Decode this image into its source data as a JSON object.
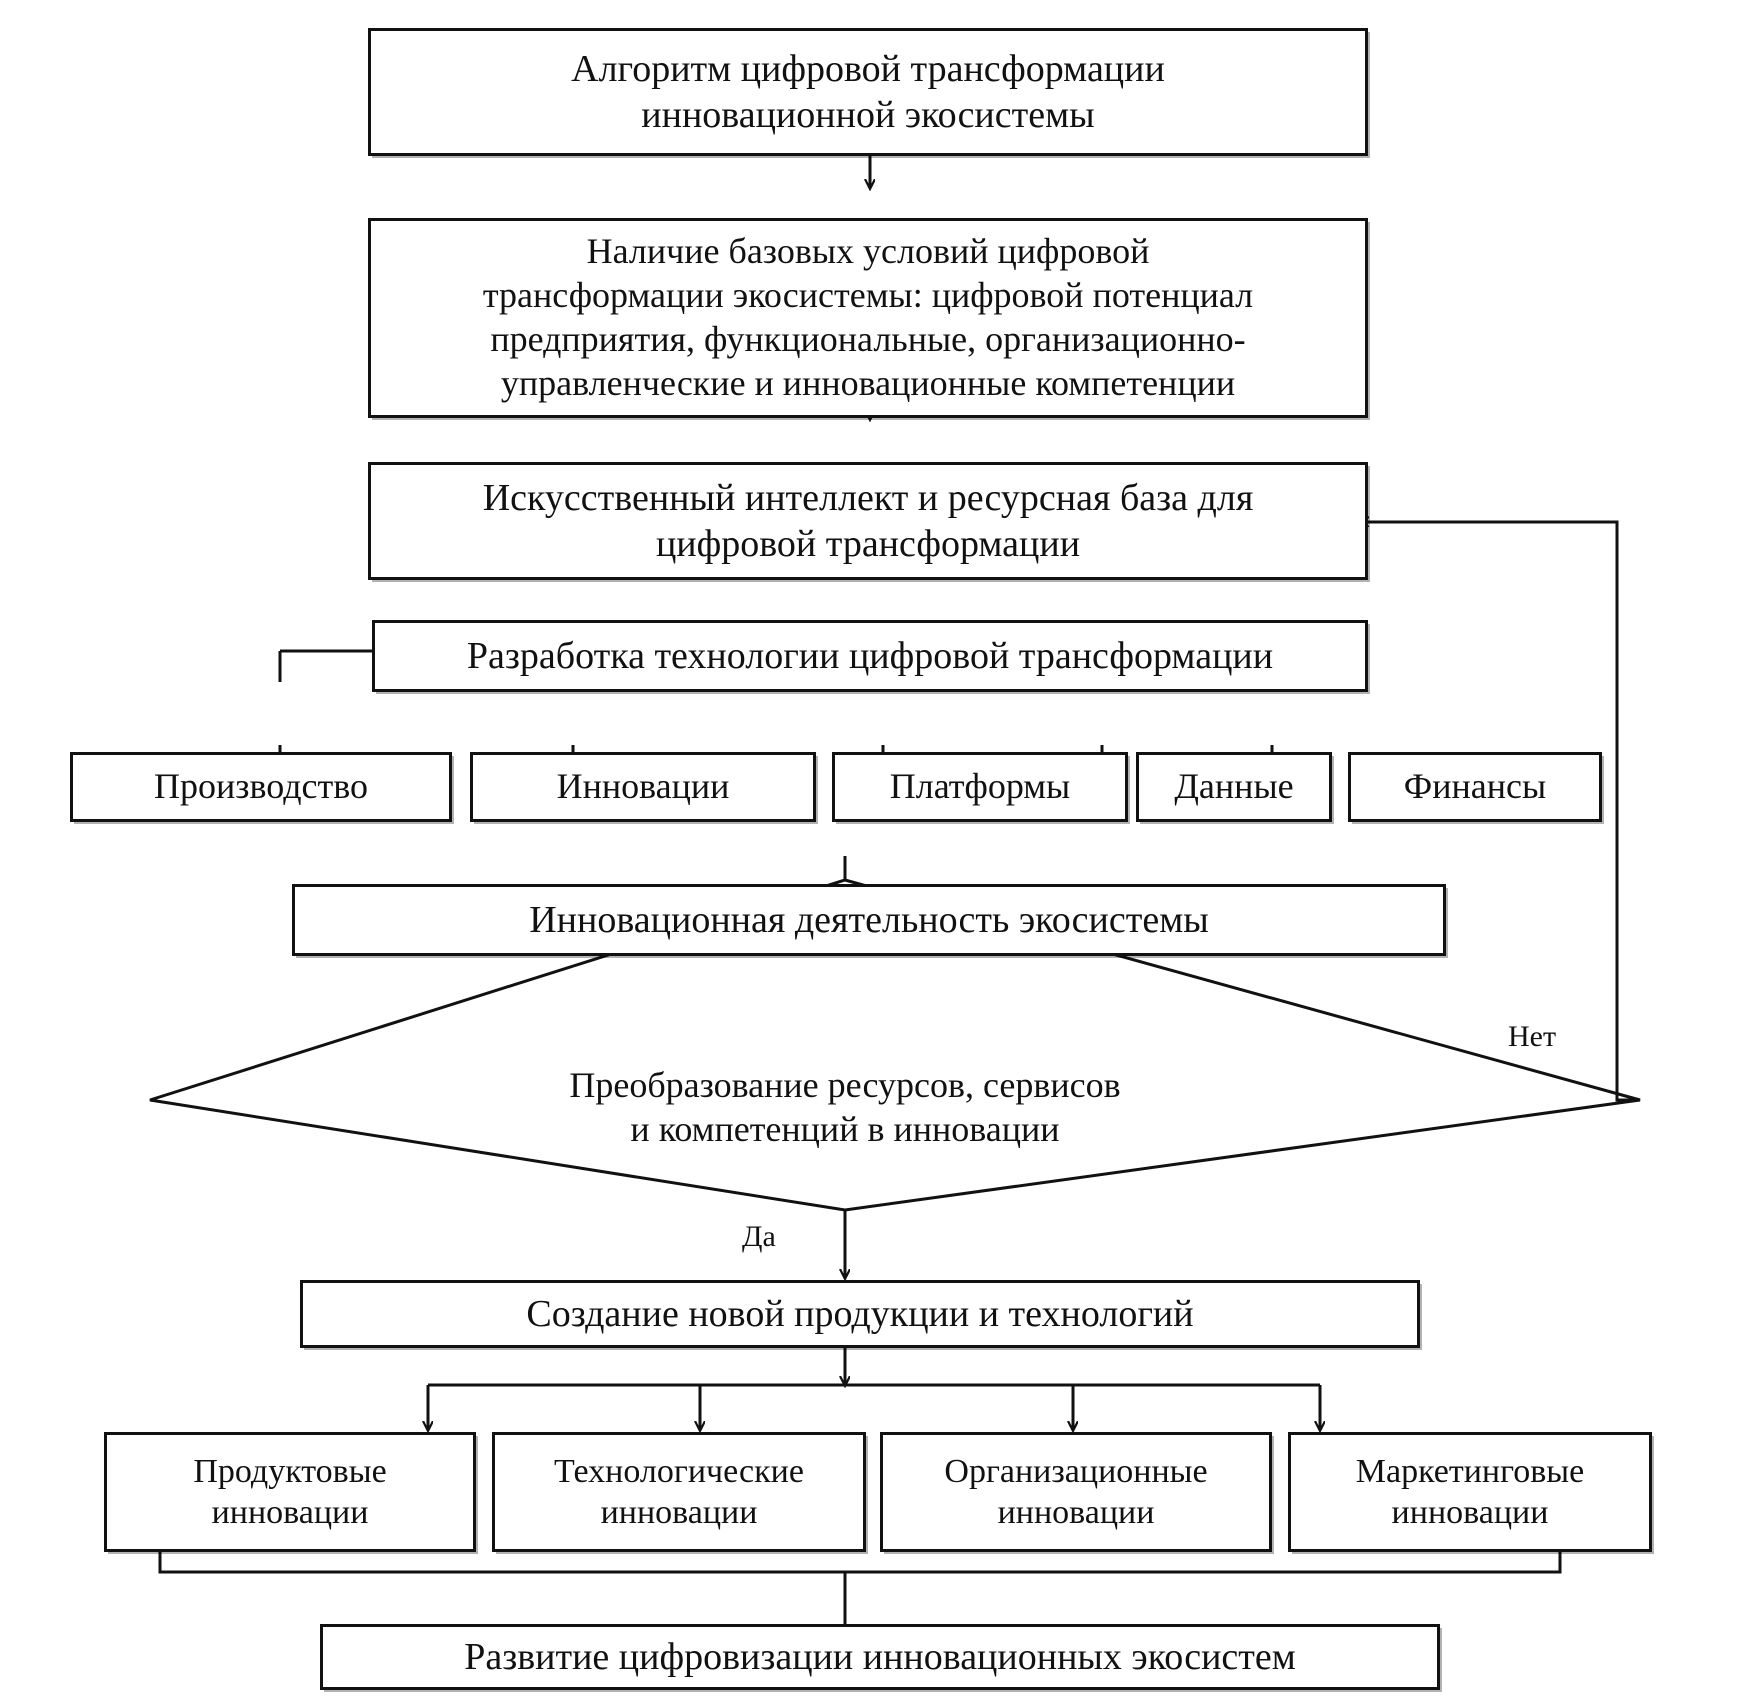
{
  "diagram": {
    "title": "Алгоритм цифровой трансформации инновационной экосистемы",
    "language": "ru",
    "type": "flowchart",
    "nodes": {
      "algorithm_title": "Алгоритм цифровой трансформации\nинновационной экосистемы",
      "base_conditions": "Наличие базовых условий цифровой\nтрансформации экосистемы: цифровой потенциал\nпредприятия, функциональные, организационно-\nуправленческие и инновационные компетенции",
      "ai_resources": "Искусственный интеллект и ресурсная база для\nцифровой трансформации",
      "tech_development": "Разработка технологии цифровой трансформации",
      "domain_production": "Производство",
      "domain_innovation": "Инновации",
      "domain_platforms": "Платформы",
      "domain_data": "Данные",
      "domain_finance": "Финансы",
      "ecosystem_activity": "Инновационная деятельность экосистемы",
      "decision": "Преобразование ресурсов, сервисов\nи компетенций в инновации",
      "new_products": "Создание новой продукции и технологий",
      "innovation_product": "Продуктовые\nинновации",
      "innovation_technological": "Технологические\nинновации",
      "innovation_organizational": "Организационные\nинновации",
      "innovation_marketing": "Маркетинговые\nинновации",
      "outcome": "Развитие цифровизации инновационных экосистем"
    },
    "edge_labels": {
      "yes": "Да",
      "no": "Нет"
    },
    "colors": {
      "stroke": "#111111",
      "background": "#ffffff",
      "text": "#111111"
    }
  }
}
